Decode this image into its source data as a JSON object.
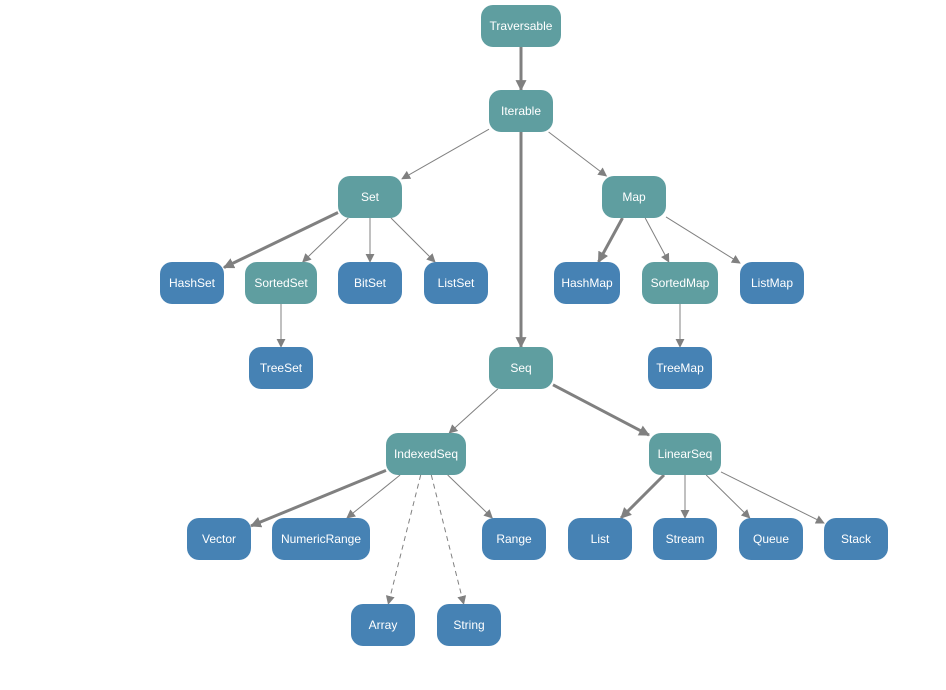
{
  "colors": {
    "trait": "#5f9ea0",
    "class": "#4682b4",
    "edge": "#808080",
    "text": "#ffffff",
    "background": "#ffffff"
  },
  "nodes": [
    {
      "id": "traversable",
      "label": "Traversable",
      "kind": "trait"
    },
    {
      "id": "iterable",
      "label": "Iterable",
      "kind": "trait"
    },
    {
      "id": "set",
      "label": "Set",
      "kind": "trait"
    },
    {
      "id": "map",
      "label": "Map",
      "kind": "trait"
    },
    {
      "id": "seq",
      "label": "Seq",
      "kind": "trait"
    },
    {
      "id": "hashset",
      "label": "HashSet",
      "kind": "class"
    },
    {
      "id": "sortedset",
      "label": "SortedSet",
      "kind": "trait"
    },
    {
      "id": "bitset",
      "label": "BitSet",
      "kind": "class"
    },
    {
      "id": "listset",
      "label": "ListSet",
      "kind": "class"
    },
    {
      "id": "treeset",
      "label": "TreeSet",
      "kind": "class"
    },
    {
      "id": "hashmap",
      "label": "HashMap",
      "kind": "class"
    },
    {
      "id": "sortedmap",
      "label": "SortedMap",
      "kind": "trait"
    },
    {
      "id": "listmap",
      "label": "ListMap",
      "kind": "class"
    },
    {
      "id": "treemap",
      "label": "TreeMap",
      "kind": "class"
    },
    {
      "id": "indexedseq",
      "label": "IndexedSeq",
      "kind": "trait"
    },
    {
      "id": "linearseq",
      "label": "LinearSeq",
      "kind": "trait"
    },
    {
      "id": "vector",
      "label": "Vector",
      "kind": "class"
    },
    {
      "id": "numericrange",
      "label": "NumericRange",
      "kind": "class"
    },
    {
      "id": "range",
      "label": "Range",
      "kind": "class"
    },
    {
      "id": "array",
      "label": "Array",
      "kind": "class"
    },
    {
      "id": "string",
      "label": "String",
      "kind": "class"
    },
    {
      "id": "list",
      "label": "List",
      "kind": "class"
    },
    {
      "id": "stream",
      "label": "Stream",
      "kind": "class"
    },
    {
      "id": "queue",
      "label": "Queue",
      "kind": "class"
    },
    {
      "id": "stack",
      "label": "Stack",
      "kind": "class"
    }
  ],
  "edges": [
    {
      "from": "traversable",
      "to": "iterable",
      "style": "thick"
    },
    {
      "from": "iterable",
      "to": "set",
      "style": "thin"
    },
    {
      "from": "iterable",
      "to": "map",
      "style": "thin"
    },
    {
      "from": "iterable",
      "to": "seq",
      "style": "thick"
    },
    {
      "from": "set",
      "to": "hashset",
      "style": "thick"
    },
    {
      "from": "set",
      "to": "sortedset",
      "style": "thin"
    },
    {
      "from": "set",
      "to": "bitset",
      "style": "thin"
    },
    {
      "from": "set",
      "to": "listset",
      "style": "thin"
    },
    {
      "from": "sortedset",
      "to": "treeset",
      "style": "thin"
    },
    {
      "from": "map",
      "to": "hashmap",
      "style": "thick"
    },
    {
      "from": "map",
      "to": "sortedmap",
      "style": "thin"
    },
    {
      "from": "map",
      "to": "listmap",
      "style": "thin"
    },
    {
      "from": "sortedmap",
      "to": "treemap",
      "style": "thin"
    },
    {
      "from": "seq",
      "to": "indexedseq",
      "style": "thin"
    },
    {
      "from": "seq",
      "to": "linearseq",
      "style": "thick"
    },
    {
      "from": "indexedseq",
      "to": "vector",
      "style": "thick"
    },
    {
      "from": "indexedseq",
      "to": "numericrange",
      "style": "thin"
    },
    {
      "from": "indexedseq",
      "to": "range",
      "style": "thin"
    },
    {
      "from": "indexedseq",
      "to": "array",
      "style": "dashed"
    },
    {
      "from": "indexedseq",
      "to": "string",
      "style": "dashed"
    },
    {
      "from": "linearseq",
      "to": "list",
      "style": "thick"
    },
    {
      "from": "linearseq",
      "to": "stream",
      "style": "thin"
    },
    {
      "from": "linearseq",
      "to": "queue",
      "style": "thin"
    },
    {
      "from": "linearseq",
      "to": "stack",
      "style": "thin"
    }
  ]
}
